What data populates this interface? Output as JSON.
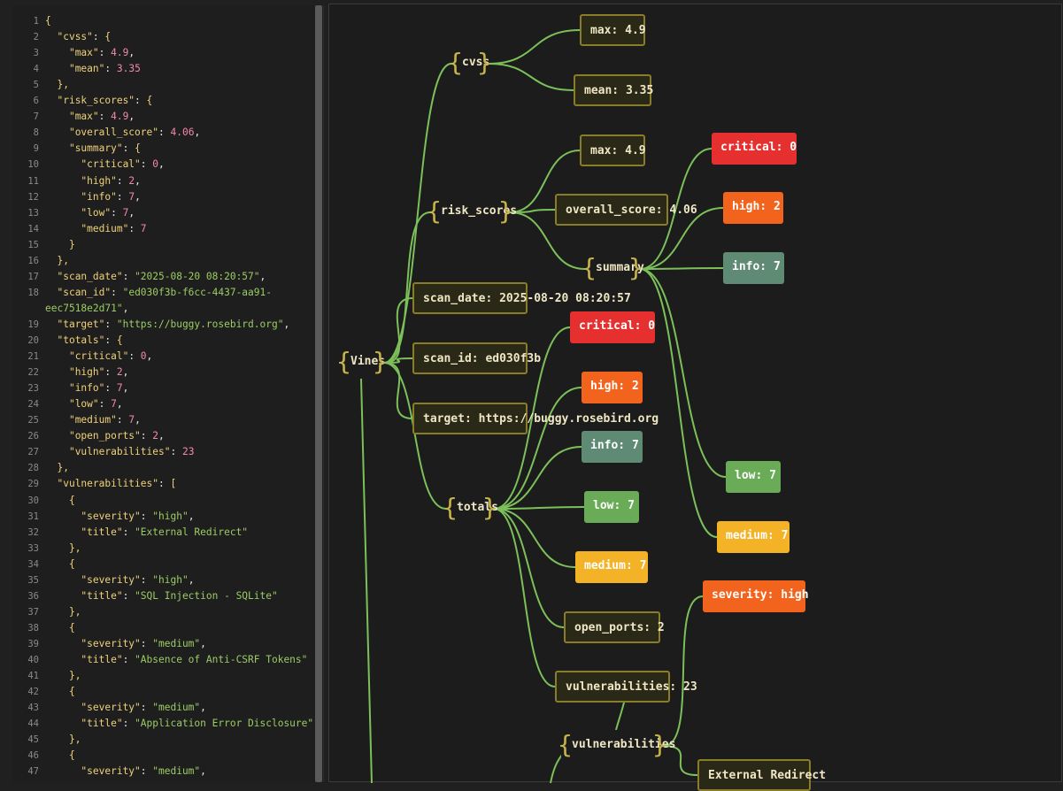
{
  "editor": {
    "lines": [
      [
        [
          "p",
          "{"
        ]
      ],
      [
        [
          "t",
          "  "
        ],
        [
          "k",
          "\"cvss\""
        ],
        [
          "t",
          ": "
        ],
        [
          "p",
          "{"
        ]
      ],
      [
        [
          "t",
          "    "
        ],
        [
          "k",
          "\"max\""
        ],
        [
          "t",
          ": "
        ],
        [
          "n",
          "4.9"
        ],
        [
          "t",
          ","
        ]
      ],
      [
        [
          "t",
          "    "
        ],
        [
          "k",
          "\"mean\""
        ],
        [
          "t",
          ": "
        ],
        [
          "n",
          "3.35"
        ]
      ],
      [
        [
          "t",
          "  "
        ],
        [
          "p",
          "},"
        ]
      ],
      [
        [
          "t",
          "  "
        ],
        [
          "k",
          "\"risk_scores\""
        ],
        [
          "t",
          ": "
        ],
        [
          "p",
          "{"
        ]
      ],
      [
        [
          "t",
          "    "
        ],
        [
          "k",
          "\"max\""
        ],
        [
          "t",
          ": "
        ],
        [
          "n",
          "4.9"
        ],
        [
          "t",
          ","
        ]
      ],
      [
        [
          "t",
          "    "
        ],
        [
          "k",
          "\"overall_score\""
        ],
        [
          "t",
          ": "
        ],
        [
          "n",
          "4.06"
        ],
        [
          "t",
          ","
        ]
      ],
      [
        [
          "t",
          "    "
        ],
        [
          "k",
          "\"summary\""
        ],
        [
          "t",
          ": "
        ],
        [
          "p",
          "{"
        ]
      ],
      [
        [
          "t",
          "      "
        ],
        [
          "k",
          "\"critical\""
        ],
        [
          "t",
          ": "
        ],
        [
          "n",
          "0"
        ],
        [
          "t",
          ","
        ]
      ],
      [
        [
          "t",
          "      "
        ],
        [
          "k",
          "\"high\""
        ],
        [
          "t",
          ": "
        ],
        [
          "n",
          "2"
        ],
        [
          "t",
          ","
        ]
      ],
      [
        [
          "t",
          "      "
        ],
        [
          "k",
          "\"info\""
        ],
        [
          "t",
          ": "
        ],
        [
          "n",
          "7"
        ],
        [
          "t",
          ","
        ]
      ],
      [
        [
          "t",
          "      "
        ],
        [
          "k",
          "\"low\""
        ],
        [
          "t",
          ": "
        ],
        [
          "n",
          "7"
        ],
        [
          "t",
          ","
        ]
      ],
      [
        [
          "t",
          "      "
        ],
        [
          "k",
          "\"medium\""
        ],
        [
          "t",
          ": "
        ],
        [
          "n",
          "7"
        ]
      ],
      [
        [
          "t",
          "    "
        ],
        [
          "p",
          "}"
        ]
      ],
      [
        [
          "t",
          "  "
        ],
        [
          "p",
          "},"
        ]
      ],
      [
        [
          "t",
          "  "
        ],
        [
          "k",
          "\"scan_date\""
        ],
        [
          "t",
          ": "
        ],
        [
          "s",
          "\"2025-08-20 08:20:57\""
        ],
        [
          "t",
          ","
        ]
      ],
      [
        [
          "t",
          "  "
        ],
        [
          "k",
          "\"scan_id\""
        ],
        [
          "t",
          ": "
        ],
        [
          "s",
          "\"ed030f3b-f6cc-4437-aa91-"
        ]
      ],
      [
        [
          "s",
          "eec7518e2d71\""
        ],
        [
          "t",
          ","
        ]
      ],
      [
        [
          "t",
          "  "
        ],
        [
          "k",
          "\"target\""
        ],
        [
          "t",
          ": "
        ],
        [
          "s",
          "\"https://buggy.rosebird.org\""
        ],
        [
          "t",
          ","
        ]
      ],
      [
        [
          "t",
          "  "
        ],
        [
          "k",
          "\"totals\""
        ],
        [
          "t",
          ": "
        ],
        [
          "p",
          "{"
        ]
      ],
      [
        [
          "t",
          "    "
        ],
        [
          "k",
          "\"critical\""
        ],
        [
          "t",
          ": "
        ],
        [
          "n",
          "0"
        ],
        [
          "t",
          ","
        ]
      ],
      [
        [
          "t",
          "    "
        ],
        [
          "k",
          "\"high\""
        ],
        [
          "t",
          ": "
        ],
        [
          "n",
          "2"
        ],
        [
          "t",
          ","
        ]
      ],
      [
        [
          "t",
          "    "
        ],
        [
          "k",
          "\"info\""
        ],
        [
          "t",
          ": "
        ],
        [
          "n",
          "7"
        ],
        [
          "t",
          ","
        ]
      ],
      [
        [
          "t",
          "    "
        ],
        [
          "k",
          "\"low\""
        ],
        [
          "t",
          ": "
        ],
        [
          "n",
          "7"
        ],
        [
          "t",
          ","
        ]
      ],
      [
        [
          "t",
          "    "
        ],
        [
          "k",
          "\"medium\""
        ],
        [
          "t",
          ": "
        ],
        [
          "n",
          "7"
        ],
        [
          "t",
          ","
        ]
      ],
      [
        [
          "t",
          "    "
        ],
        [
          "k",
          "\"open_ports\""
        ],
        [
          "t",
          ": "
        ],
        [
          "n",
          "2"
        ],
        [
          "t",
          ","
        ]
      ],
      [
        [
          "t",
          "    "
        ],
        [
          "k",
          "\"vulnerabilities\""
        ],
        [
          "t",
          ": "
        ],
        [
          "n",
          "23"
        ]
      ],
      [
        [
          "t",
          "  "
        ],
        [
          "p",
          "},"
        ]
      ],
      [
        [
          "t",
          "  "
        ],
        [
          "k",
          "\"vulnerabilities\""
        ],
        [
          "t",
          ": "
        ],
        [
          "p",
          "["
        ]
      ],
      [
        [
          "t",
          "    "
        ],
        [
          "p",
          "{"
        ]
      ],
      [
        [
          "t",
          "      "
        ],
        [
          "k",
          "\"severity\""
        ],
        [
          "t",
          ": "
        ],
        [
          "s",
          "\"high\""
        ],
        [
          "t",
          ","
        ]
      ],
      [
        [
          "t",
          "      "
        ],
        [
          "k",
          "\"title\""
        ],
        [
          "t",
          ": "
        ],
        [
          "s",
          "\"External Redirect\""
        ]
      ],
      [
        [
          "t",
          "    "
        ],
        [
          "p",
          "},"
        ]
      ],
      [
        [
          "t",
          "    "
        ],
        [
          "p",
          "{"
        ]
      ],
      [
        [
          "t",
          "      "
        ],
        [
          "k",
          "\"severity\""
        ],
        [
          "t",
          ": "
        ],
        [
          "s",
          "\"high\""
        ],
        [
          "t",
          ","
        ]
      ],
      [
        [
          "t",
          "      "
        ],
        [
          "k",
          "\"title\""
        ],
        [
          "t",
          ": "
        ],
        [
          "s",
          "\"SQL Injection - SQLite\""
        ]
      ],
      [
        [
          "t",
          "    "
        ],
        [
          "p",
          "},"
        ]
      ],
      [
        [
          "t",
          "    "
        ],
        [
          "p",
          "{"
        ]
      ],
      [
        [
          "t",
          "      "
        ],
        [
          "k",
          "\"severity\""
        ],
        [
          "t",
          ": "
        ],
        [
          "s",
          "\"medium\""
        ],
        [
          "t",
          ","
        ]
      ],
      [
        [
          "t",
          "      "
        ],
        [
          "k",
          "\"title\""
        ],
        [
          "t",
          ": "
        ],
        [
          "s",
          "\"Absence of Anti-CSRF Tokens\""
        ]
      ],
      [
        [
          "t",
          "    "
        ],
        [
          "p",
          "},"
        ]
      ],
      [
        [
          "t",
          "    "
        ],
        [
          "p",
          "{"
        ]
      ],
      [
        [
          "t",
          "      "
        ],
        [
          "k",
          "\"severity\""
        ],
        [
          "t",
          ": "
        ],
        [
          "s",
          "\"medium\""
        ],
        [
          "t",
          ","
        ]
      ],
      [
        [
          "t",
          "      "
        ],
        [
          "k",
          "\"title\""
        ],
        [
          "t",
          ": "
        ],
        [
          "s",
          "\"Application Error Disclosure\""
        ]
      ],
      [
        [
          "t",
          "    "
        ],
        [
          "p",
          "},"
        ]
      ],
      [
        [
          "t",
          "    "
        ],
        [
          "p",
          "{"
        ]
      ],
      [
        [
          "t",
          "      "
        ],
        [
          "k",
          "\"severity\""
        ],
        [
          "t",
          ": "
        ],
        [
          "s",
          "\"medium\""
        ],
        [
          "t",
          ","
        ]
      ]
    ],
    "line_numbers": [
      "1",
      "2",
      "3",
      "4",
      "5",
      "6",
      "7",
      "8",
      "9",
      "10",
      "11",
      "12",
      "13",
      "14",
      "15",
      "16",
      "17",
      "18",
      "",
      "19",
      "20",
      "21",
      "22",
      "23",
      "24",
      "25",
      "26",
      "27",
      "28",
      "29",
      "30",
      "31",
      "32",
      "33",
      "34",
      "35",
      "36",
      "37",
      "38",
      "39",
      "40",
      "41",
      "42",
      "43",
      "44",
      "45",
      "46",
      "47"
    ]
  },
  "graph": {
    "nodes": [
      {
        "id": "root",
        "label": "Vines",
        "style": "obj"
      },
      {
        "id": "cvss",
        "label": "cvss",
        "style": "obj"
      },
      {
        "id": "cvss_max",
        "label": "max: 4.9",
        "style": "plain"
      },
      {
        "id": "cvss_mean",
        "label": "mean: 3.35",
        "style": "plain"
      },
      {
        "id": "risk",
        "label": "risk_scores",
        "style": "obj"
      },
      {
        "id": "risk_max",
        "label": "max: 4.9",
        "style": "plain"
      },
      {
        "id": "overall",
        "label": "overall_score: 4.06",
        "style": "plain"
      },
      {
        "id": "summary",
        "label": "summary",
        "style": "obj"
      },
      {
        "id": "sum_crit",
        "label": "critical: 0",
        "style": "crit"
      },
      {
        "id": "sum_high",
        "label": "high: 2",
        "style": "high"
      },
      {
        "id": "sum_info",
        "label": "info: 7",
        "style": "info"
      },
      {
        "id": "sum_low",
        "label": "low: 7",
        "style": "low"
      },
      {
        "id": "sum_med",
        "label": "medium: 7",
        "style": "med"
      },
      {
        "id": "scan_date",
        "label": "scan_date: 2025-08-20 08:20:57",
        "style": "plain"
      },
      {
        "id": "scan_id",
        "label": "scan_id: ed030f3b",
        "style": "plain"
      },
      {
        "id": "target",
        "label": "target: https://buggy.rosebird.org",
        "style": "plain"
      },
      {
        "id": "totals",
        "label": "totals",
        "style": "obj"
      },
      {
        "id": "tot_crit",
        "label": "critical: 0",
        "style": "crit"
      },
      {
        "id": "tot_high",
        "label": "high: 2",
        "style": "high"
      },
      {
        "id": "tot_info",
        "label": "info: 7",
        "style": "info"
      },
      {
        "id": "tot_low",
        "label": "low: 7",
        "style": "low"
      },
      {
        "id": "tot_med",
        "label": "medium: 7",
        "style": "med"
      },
      {
        "id": "open_ports",
        "label": "open_ports: 2",
        "style": "plain"
      },
      {
        "id": "tot_vulns",
        "label": "vulnerabilities: 23",
        "style": "plain"
      },
      {
        "id": "vulns",
        "label": "vulnerabilities",
        "style": "obj"
      },
      {
        "id": "v_sev",
        "label": "severity: high",
        "style": "high"
      },
      {
        "id": "v_title",
        "label": "External Redirect",
        "style": "plain"
      }
    ]
  },
  "colors": {
    "edge": "#7cc05a",
    "key": "#f0d27a",
    "string": "#9ccc65",
    "number": "#f38ba8"
  }
}
